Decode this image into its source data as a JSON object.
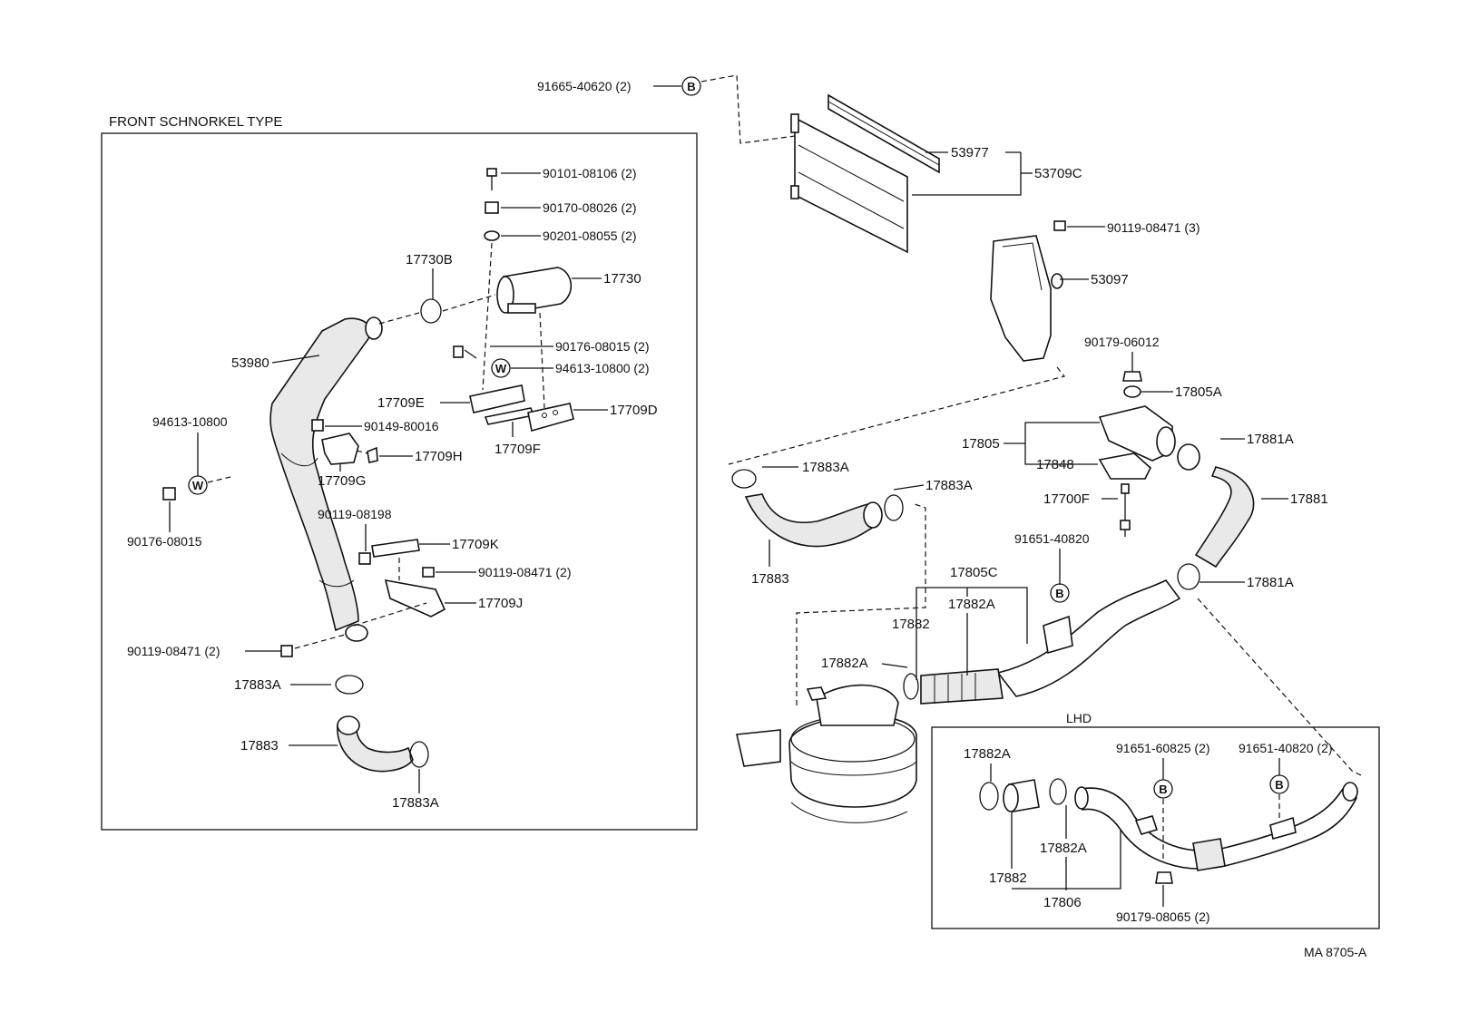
{
  "section_title": "FRONT SCHNORKEL TYPE",
  "lhd_title": "LHD",
  "figure_code": "MA 8705-A",
  "symbols": {
    "b": "B",
    "w": "W"
  },
  "labels": {
    "p91665_40620": "91665-40620 (2)",
    "p53977": "53977",
    "p53709c": "53709C",
    "p90119_08471_3": "90119-08471 (3)",
    "p53097": "53097",
    "p90179_06012": "90179-06012",
    "p17805a": "17805A",
    "p17805": "17805",
    "p17848": "17848",
    "p17881a_top": "17881A",
    "p17881": "17881",
    "p17881a_mid": "17881A",
    "p17700f": "17700F",
    "p91651_40820": "91651-40820",
    "p17805c": "17805C",
    "p17882": "17882",
    "p17882a_mid": "17882A",
    "p17882a_left": "17882A",
    "p17883a_r1": "17883A",
    "p17883a_r2": "17883A",
    "p17883_r": "17883",
    "p90101_08106": "90101-08106 (2)",
    "p90170_08026": "90170-08026 (2)",
    "p90201_08055": "90201-08055 (2)",
    "p17730b": "17730B",
    "p17730": "17730",
    "p53980": "53980",
    "p90176_08015_2": "90176-08015 (2)",
    "p94613_10800_2": "94613-10800 (2)",
    "p17709e": "17709E",
    "p17709d": "17709D",
    "p17709f": "17709F",
    "p94613_10800": "94613-10800",
    "p90149_80016": "90149-80016",
    "p17709h": "17709H",
    "p17709g": "17709G",
    "p90176_08015": "90176-08015",
    "p90119_08198": "90119-08198",
    "p17709k": "17709K",
    "p90119_08471_2a": "90119-08471 (2)",
    "p17709j": "17709J",
    "p90119_08471_2b": "90119-08471 (2)",
    "p17883a_l1": "17883A",
    "p17883_l": "17883",
    "p17883a_l2": "17883A",
    "p17882a_lhd1": "17882A",
    "p91651_60825": "91651-60825 (2)",
    "p91651_40820_2": "91651-40820 (2)",
    "p17882a_lhd2": "17882A",
    "p17882_lhd": "17882",
    "p17806": "17806",
    "p90179_08065": "90179-08065 (2)"
  }
}
